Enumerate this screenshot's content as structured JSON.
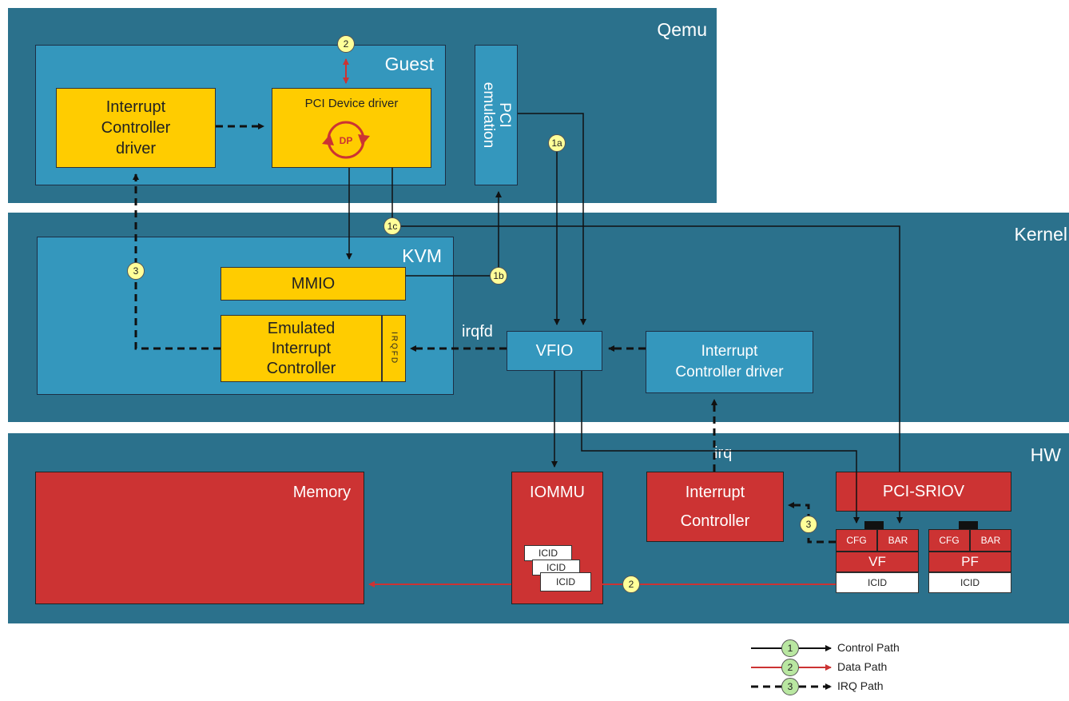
{
  "layers": {
    "qemu": "Qemu",
    "kernel": "Kernel",
    "hw": "HW"
  },
  "guest": {
    "title": "Guest",
    "interrupt_controller_driver": [
      "Interrupt",
      "Controller",
      "driver"
    ],
    "pci_device_driver": "PCI Device  driver",
    "dp_label": "DP"
  },
  "pci_emulation": [
    "PCI",
    "emulation"
  ],
  "kvm": {
    "title": "KVM",
    "mmio": "MMIO",
    "emulated_ic": [
      "Emulated",
      "Interrupt",
      "Controller"
    ],
    "irqfd_vertical": "IRQFD"
  },
  "kernel_blocks": {
    "vfio": "VFIO",
    "irqfd_label": "irqfd",
    "ic_driver": [
      "Interrupt",
      "Controller driver"
    ]
  },
  "hw_blocks": {
    "memory": "Memory",
    "iommu": "IOMMU",
    "icid": "ICID",
    "interrupt_controller": [
      "Interrupt",
      "Controller"
    ],
    "irq_label": "irq",
    "pci_sriov": "PCI-SRIOV",
    "cfg": "CFG",
    "bar": "BAR",
    "vf": "VF",
    "pf": "PF"
  },
  "markers": {
    "m2_top": "2",
    "m1a": "1a",
    "m1b": "1b",
    "m1c": "1c",
    "m3_left": "3",
    "m3_right": "3",
    "m2_bottom": "2"
  },
  "legend": {
    "control": {
      "num": "1",
      "label": "Control Path"
    },
    "data": {
      "num": "2",
      "label": "Data Path"
    },
    "irq": {
      "num": "3",
      "label": "IRQ Path"
    }
  },
  "colors": {
    "layer": "#2b718c",
    "inner": "#3497bd",
    "yellow": "#ffcc00",
    "red": "#cc3333",
    "marker": "#ffff99",
    "legend_marker": "#b9e7a1"
  }
}
